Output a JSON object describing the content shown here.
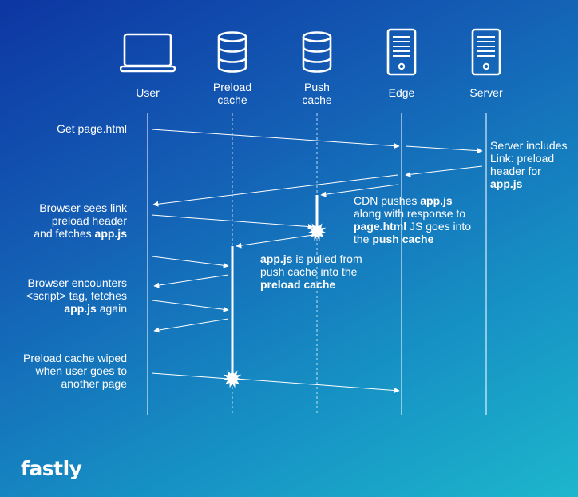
{
  "actors": [
    {
      "id": "user",
      "label": "User",
      "icon": "laptop-icon"
    },
    {
      "id": "preload",
      "label": "Preload\ncache",
      "icon": "database-icon"
    },
    {
      "id": "push",
      "label": "Push\ncache",
      "icon": "database-icon"
    },
    {
      "id": "edge",
      "label": "Edge",
      "icon": "server-icon"
    },
    {
      "id": "server",
      "label": "Server",
      "icon": "server-icon"
    }
  ],
  "notes": {
    "get_page": "Get page.html",
    "server_includes": {
      "l1": "Server includes",
      "l2": "Link: preload",
      "l3": "header for",
      "l4": "app.js"
    },
    "cdn_pushes": {
      "l1a": "CDN pushes ",
      "l1b": "app.js",
      "l2": "along with response to",
      "l3a": "page.html",
      "l3b": " JS goes into",
      "l4a": "the ",
      "l4b": "push cache"
    },
    "browser_sees": {
      "l1": "Browser sees link",
      "l2": "preload header",
      "l3a": "and fetches ",
      "l3b": "app.js"
    },
    "pulled": {
      "l1a": "app.js",
      "l1b": " is pulled from",
      "l2": "push cache into the",
      "l3": "preload cache"
    },
    "encounters": {
      "l1": "Browser encounters",
      "l2": "<script> tag, fetches",
      "l3a": "app.js",
      "l3b": " again"
    },
    "wiped": {
      "l1": "Preload cache wiped",
      "l2": "when user goes to",
      "l3": "another page"
    }
  },
  "brand": {
    "logo": "fastly"
  },
  "colors": {
    "bg_start": "#0d36a3",
    "bg_end": "#1db6cc",
    "line": "#ffffff"
  }
}
